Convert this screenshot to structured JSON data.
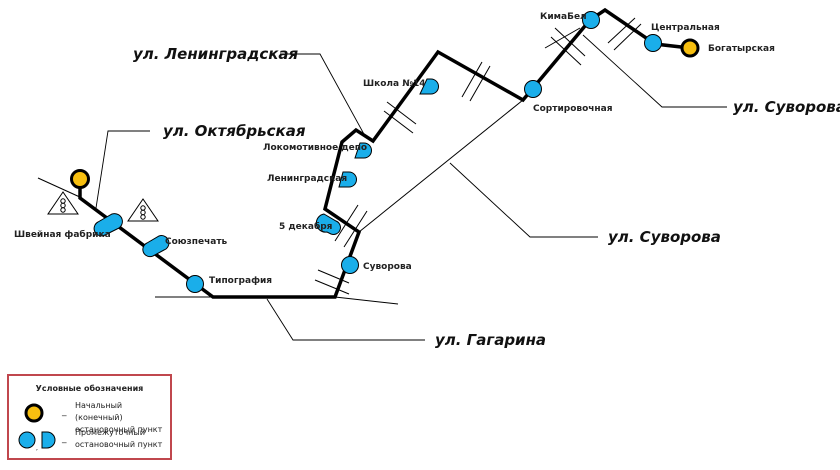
{
  "colors": {
    "route": "#000000",
    "terminal_stop": "#f7bf10",
    "intermediate_stop": "#1aaeea",
    "legend_border": "#c0474d"
  },
  "stops": [
    {
      "name": "Швейная фабрика",
      "type": "intermediate-half"
    },
    {
      "name": "Союзпечать",
      "type": "intermediate-half"
    },
    {
      "name": "Типография",
      "type": "intermediate"
    },
    {
      "name": "Суворова",
      "type": "intermediate"
    },
    {
      "name": "5 декабря",
      "type": "intermediate-half"
    },
    {
      "name": "Ленинградская",
      "type": "intermediate-half"
    },
    {
      "name": "Локомотивное депо",
      "type": "intermediate-half"
    },
    {
      "name": "Школа №14",
      "type": "intermediate-half"
    },
    {
      "name": "Сортировочная",
      "type": "intermediate"
    },
    {
      "name": "КимаБел",
      "type": "intermediate"
    },
    {
      "name": "Центральная",
      "type": "intermediate"
    },
    {
      "name": "Богатырская",
      "type": "terminal"
    }
  ],
  "streets": {
    "oktyabrskaya": "ул. Октябрьская",
    "leningradskaya": "ул. Ленинградская",
    "suvorova_top": "ул. Суворова",
    "suvorova_mid": "ул. Суворова",
    "gagarina": "ул. Гагарина"
  },
  "signs": [
    "traffic-light-sign",
    "traffic-light-sign"
  ],
  "legend": {
    "title": "Условные обозначения",
    "items": [
      {
        "line1": "Начальный (конечный)",
        "line2": "остановочный пункт",
        "dash": "_"
      },
      {
        "line1": "Промежуточный",
        "line2": "остановочный пункт",
        "dash": "_"
      }
    ]
  }
}
